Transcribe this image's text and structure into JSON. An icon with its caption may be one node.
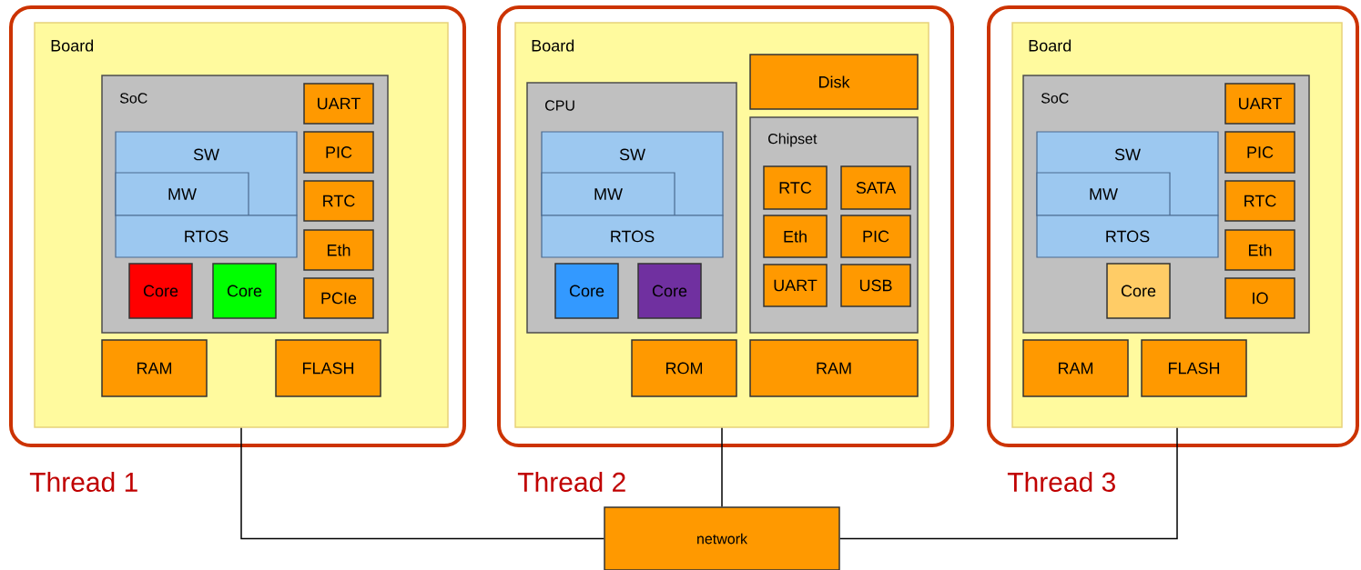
{
  "diagram": {
    "nodes": [
      {
        "text": [
          "Thread 1"
        ]
      },
      {
        "text": [
          "Board"
        ],
        "in": 0
      },
      {
        "text": [
          "SoC"
        ],
        "in": 1
      },
      {
        "text": [
          "SW"
        ],
        "in": 2
      },
      {
        "text": [
          "MW"
        ],
        "in": 3
      },
      {
        "text": [
          "RTOS"
        ],
        "in": 2
      },
      {
        "text": [
          "Core"
        ],
        "in": 2
      },
      {
        "text": [
          "Core"
        ],
        "in": 2
      },
      {
        "text": [
          "UART"
        ],
        "in": 2
      },
      {
        "text": [
          "PIC"
        ],
        "in": 2
      },
      {
        "text": [
          "RTC"
        ],
        "in": 2
      },
      {
        "text": [
          "Eth"
        ],
        "in": 2
      },
      {
        "text": [
          "PCIe"
        ],
        "in": 2
      },
      {
        "text": [
          "RAM"
        ],
        "in": 1
      },
      {
        "text": [
          "FLASH"
        ],
        "in": 1
      },
      {
        "text": [
          "Thread 2"
        ]
      },
      {
        "text": [
          "Board"
        ],
        "in": 15
      },
      {
        "text": [
          "Disk"
        ],
        "in": 16
      },
      {
        "text": [
          "CPU"
        ],
        "in": 16
      },
      {
        "text": [
          "SW"
        ],
        "in": 18
      },
      {
        "text": [
          "MW"
        ],
        "in": 19
      },
      {
        "text": [
          "RTOS"
        ],
        "in": 18
      },
      {
        "text": [
          "Core"
        ],
        "in": 18
      },
      {
        "text": [
          "Core"
        ],
        "in": 18
      },
      {
        "text": [
          "Chipset"
        ],
        "in": 16
      },
      {
        "text": [
          "RTC"
        ],
        "in": 24
      },
      {
        "text": [
          "SATA"
        ],
        "in": 24
      },
      {
        "text": [
          "Eth"
        ],
        "in": 24
      },
      {
        "text": [
          "PIC"
        ],
        "in": 24
      },
      {
        "text": [
          "UART"
        ],
        "in": 24
      },
      {
        "text": [
          "USB"
        ],
        "in": 24
      },
      {
        "text": [
          "ROM"
        ],
        "in": 16
      },
      {
        "text": [
          "RAM"
        ],
        "in": 16
      },
      {
        "text": [
          "Thread 3"
        ]
      },
      {
        "text": [
          "Board"
        ],
        "in": 33
      },
      {
        "text": [
          "SoC"
        ],
        "in": 34
      },
      {
        "text": [
          "SW"
        ],
        "in": 35
      },
      {
        "text": [
          "MW"
        ],
        "in": 36
      },
      {
        "text": [
          "RTOS"
        ],
        "in": 35
      },
      {
        "text": [
          "Core"
        ],
        "in": 35
      },
      {
        "text": [
          "UART"
        ],
        "in": 35
      },
      {
        "text": [
          "PIC"
        ],
        "in": 35
      },
      {
        "text": [
          "RTC"
        ],
        "in": 35
      },
      {
        "text": [
          "Eth"
        ],
        "in": 35
      },
      {
        "text": [
          "IO"
        ],
        "in": 35
      },
      {
        "text": [
          "RAM"
        ],
        "in": 34
      },
      {
        "text": [
          "FLASH"
        ],
        "in": 34
      },
      {
        "text": [
          "network"
        ]
      }
    ],
    "edges": [
      {
        "from": 1,
        "to": 47,
        "arrow": "none"
      },
      {
        "from": 16,
        "to": 47,
        "arrow": "none"
      },
      {
        "from": 34,
        "to": 47,
        "arrow": "none"
      }
    ]
  }
}
